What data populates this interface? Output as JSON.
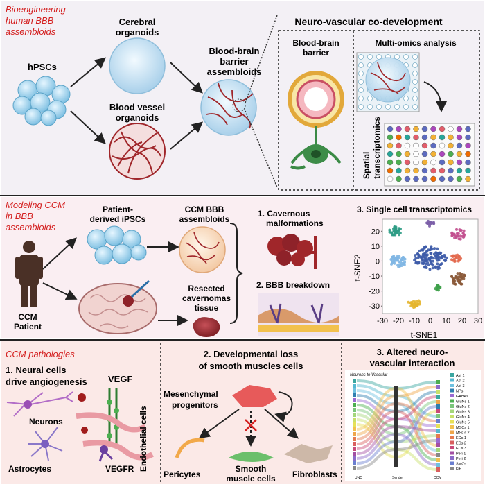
{
  "panel1": {
    "title_line1": "Bioengineering",
    "title_line2": "human BBB",
    "title_line3": "assembloids",
    "hpsc": "hPSCs",
    "cerebral_line1": "Cerebral",
    "cerebral_line2": "organoids",
    "bv_line1": "Blood vessel",
    "bv_line2": "organoids",
    "bbb_line1": "Blood-brain",
    "bbb_line2": "barrier",
    "bbb_line3": "assembloids",
    "codev_title": "Neuro-vascular co-development",
    "barrier_line1": "Blood-brain",
    "barrier_line2": "barrier",
    "multiomics": "Multi-omics analysis",
    "spatial_line1": "Spatial",
    "spatial_line2": "transcriptomics"
  },
  "panel2": {
    "title_line1": "Modeling CCM",
    "title_line2": "in BBB",
    "title_line3": "assembloids",
    "patient_ipsc_line1": "Patient-",
    "patient_ipsc_line2": "derived iPSCs",
    "ccm_bbb_line1": "CCM BBB",
    "ccm_bbb_line2": "assembloids",
    "resected_line1": "Resected",
    "resected_line2": "cavernomas",
    "resected_line3": "tissue",
    "patient_line1": "CCM",
    "patient_line2": "Patient",
    "cav_line1": "1.  Cavernous",
    "cav_line2": "malformations",
    "breakdown": "2. BBB breakdown",
    "sc_title": "3. Single cell transcriptomics",
    "xlabel": "t-SNE1",
    "ylabel": "t-SNE2",
    "yticks": [
      "20",
      "10",
      "0",
      "-10",
      "-20",
      "-30"
    ],
    "xticks": [
      "-30",
      "-20",
      "-10",
      "0",
      "10",
      "20",
      "30"
    ]
  },
  "panel3": {
    "title": "CCM pathologies",
    "neural_line1": "1. Neural cells",
    "neural_line2": "drive angiogenesis",
    "vegf": "VEGF",
    "neurons": "Neurons",
    "astrocytes": "Astrocytes",
    "vegfr": "VEGFR",
    "endothelial": "Endothelial cells",
    "dev_line1": "2. Developmental loss",
    "dev_line2": "of smooth muscles cells",
    "mesen_line1": "Mesenchymal",
    "mesen_line2": "progenitors",
    "pericytes": "Pericytes",
    "smooth_line1": "Smooth",
    "smooth_line2": "muscle cells",
    "fibroblasts": "Fibroblasts",
    "alt_line1": "3. Altered neuro-",
    "alt_line2": "vascular interaction",
    "sankey_title": "Neurons to Vascular",
    "sankey_legend": [
      "Ast 1",
      "Ast 2",
      "Ast 3",
      "NPs",
      "GABAs",
      "GluNs 1",
      "GluNs 2",
      "GluNs 3",
      "GluNs 4",
      "GluNs 5",
      "MSCs 1",
      "MSCs 2",
      "ECs 1",
      "ECs 2",
      "ECs 3",
      "Peri 1",
      "Peri 2",
      "SMCs",
      "Fib"
    ],
    "sankey_axis": [
      "UNC",
      "Sender",
      "CCM"
    ]
  },
  "colors": {
    "red_title": "#d42020",
    "organoid_blue": "#c8e4f4",
    "vessel_red": "#a0262a",
    "panel1_bg": "#f3f0f5",
    "panel2_bg": "#faeef2",
    "panel3_bg": "#fbe9e7"
  }
}
